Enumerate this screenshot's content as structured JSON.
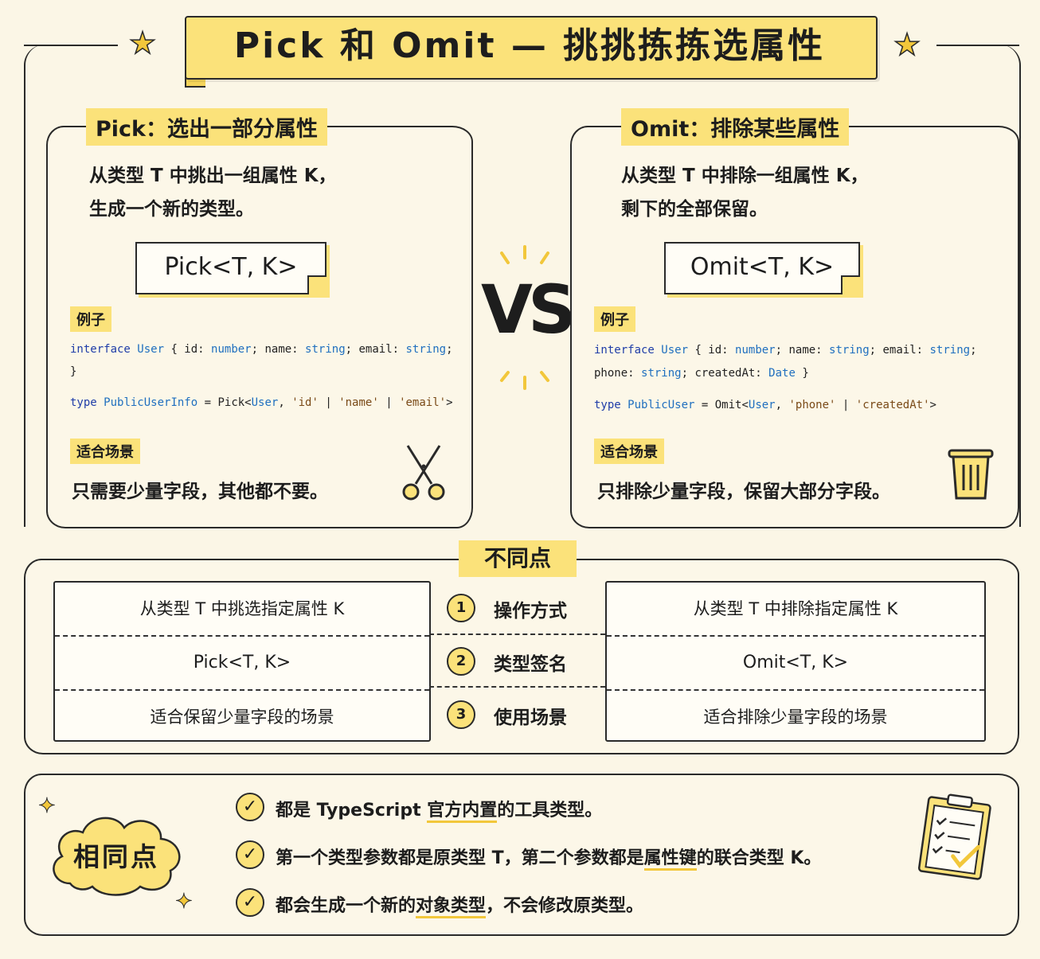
{
  "title": "Pick 和 Omit — 挑挑拣拣选属性",
  "vs": "VS",
  "pick": {
    "heading": "Pick：选出一部分属性",
    "desc": "从类型 T 中挑出一组属性 K，\n生成一个新的类型。",
    "signature": "Pick<T, K>",
    "example_label": "例子",
    "code": {
      "l1_kw": "interface",
      "l1_type": "User",
      "l1_rest_a": " { id: ",
      "l1_t1": "number",
      "l1_rest_b": "; name: ",
      "l1_t2": "string",
      "l1_rest_c": "; email: ",
      "l1_t3": "string",
      "l1_rest_d": ";",
      "l2": "}",
      "l3_kw": "type",
      "l3_type": "PublicUserInfo",
      "l3_rest_a": " = Pick<",
      "l3_t1": "User",
      "l3_rest_b": ", ",
      "l3_s1": "'id'",
      "l3_rest_c": " | ",
      "l3_s2": "'name'",
      "l3_rest_d": " | ",
      "l3_s3": "'email'",
      "l3_rest_e": ">"
    },
    "scene_label": "适合场景",
    "scene": "只需要少量字段，其他都不要。",
    "icon": "scissors-icon"
  },
  "omit": {
    "heading": "Omit：排除某些属性",
    "desc": "从类型 T 中排除一组属性 K，\n剩下的全部保留。",
    "signature": "Omit<T, K>",
    "example_label": "例子",
    "code": {
      "l1_kw": "interface",
      "l1_type": "User",
      "l1_rest_a": " { id: ",
      "l1_t1": "number",
      "l1_rest_b": "; name: ",
      "l1_t2": "string",
      "l1_rest_c": "; email: ",
      "l1_t3": "string",
      "l1_rest_d": ";",
      "l2_a": "phone: ",
      "l2_t1": "string",
      "l2_b": "; createdAt: ",
      "l2_t2": "Date",
      "l2_c": " }",
      "l3_kw": "type",
      "l3_type": "PublicUser",
      "l3_rest_a": " = Omit<",
      "l3_t1": "User",
      "l3_rest_b": ", ",
      "l3_s1": "'phone'",
      "l3_rest_c": " | ",
      "l3_s2": "'createdAt'",
      "l3_rest_d": ">"
    },
    "scene_label": "适合场景",
    "scene": "只排除少量字段，保留大部分字段。",
    "icon": "trash-icon"
  },
  "differences": {
    "heading": "不同点",
    "rows": [
      {
        "num": "1",
        "aspect": "操作方式",
        "pick": "从类型 T 中挑选指定属性 K",
        "omit": "从类型 T 中排除指定属性 K"
      },
      {
        "num": "2",
        "aspect": "类型签名",
        "pick": "Pick<T, K>",
        "omit": "Omit<T, K>"
      },
      {
        "num": "3",
        "aspect": "使用场景",
        "pick": "适合保留少量字段的场景",
        "omit": "适合排除少量字段的场景"
      }
    ]
  },
  "similarities": {
    "heading": "相同点",
    "items": [
      {
        "a": "都是 TypeScript ",
        "u": "官方内置",
        "b": "的工具类型。"
      },
      {
        "a": "第一个类型参数都是原类型 T，第二个参数都是",
        "u": "属性键",
        "b": "的联合类型 K。"
      },
      {
        "a": "都会生成一个新的",
        "u": "对象类型",
        "b": "，不会修改原类型。"
      }
    ],
    "icon": "clipboard-checklist-icon"
  },
  "colors": {
    "accent": "#fbe27a",
    "ink": "#2a2a2a",
    "paper": "#fbf6e6",
    "keyword": "#1f3da8",
    "type": "#1f6fbf"
  }
}
